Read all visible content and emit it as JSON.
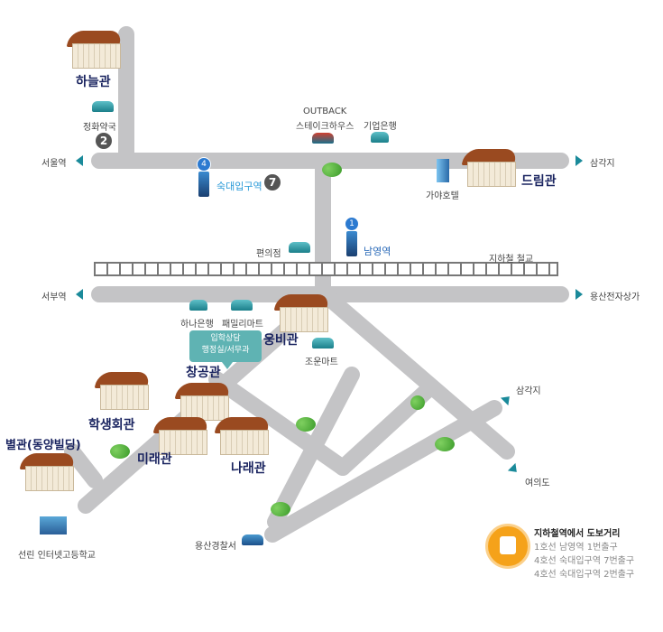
{
  "buildings": {
    "haneul": "하늘관",
    "dream": "드림관",
    "ungbi": "웅비관",
    "changgong": "창공관",
    "student": "학생회관",
    "mirae": "미래관",
    "narae": "나래관",
    "annex": "별관(동양빌딩)"
  },
  "landmarks": {
    "pharmacy": "정화약국",
    "outback_1": "OUTBACK",
    "outback_2": "스테이크하우스",
    "ibk": "기업은행",
    "gaya": "가야호텔",
    "cvs": "편의점",
    "hana": "하나은행",
    "family": "패밀리마트",
    "joun": "조운마트",
    "police": "용산경찰서",
    "school": "선린 인터넷고등학교",
    "railway": "지하철 철교"
  },
  "stations": {
    "sookdae": "숙대입구역",
    "sookdae_line": "4",
    "namyoung": "남영역",
    "namyoung_line": "1"
  },
  "exits": {
    "two": "2",
    "seven": "7"
  },
  "directions": {
    "seoul_station": "서울역",
    "samgakji_top": "삼각지",
    "seobu": "서부역",
    "yongsan_elec": "용산전자상가",
    "samgakji_bottom": "삼각지",
    "yeouido": "여의도"
  },
  "callout": {
    "line1": "입학상담",
    "line2": "행정실/서무과"
  },
  "legend": {
    "title": "지하철역에서 도보거리",
    "items": [
      "1호선 남영역 1번출구",
      "4호선 숙대입구역 7번출구",
      "4호선 숙대입구역 2번출구"
    ]
  }
}
